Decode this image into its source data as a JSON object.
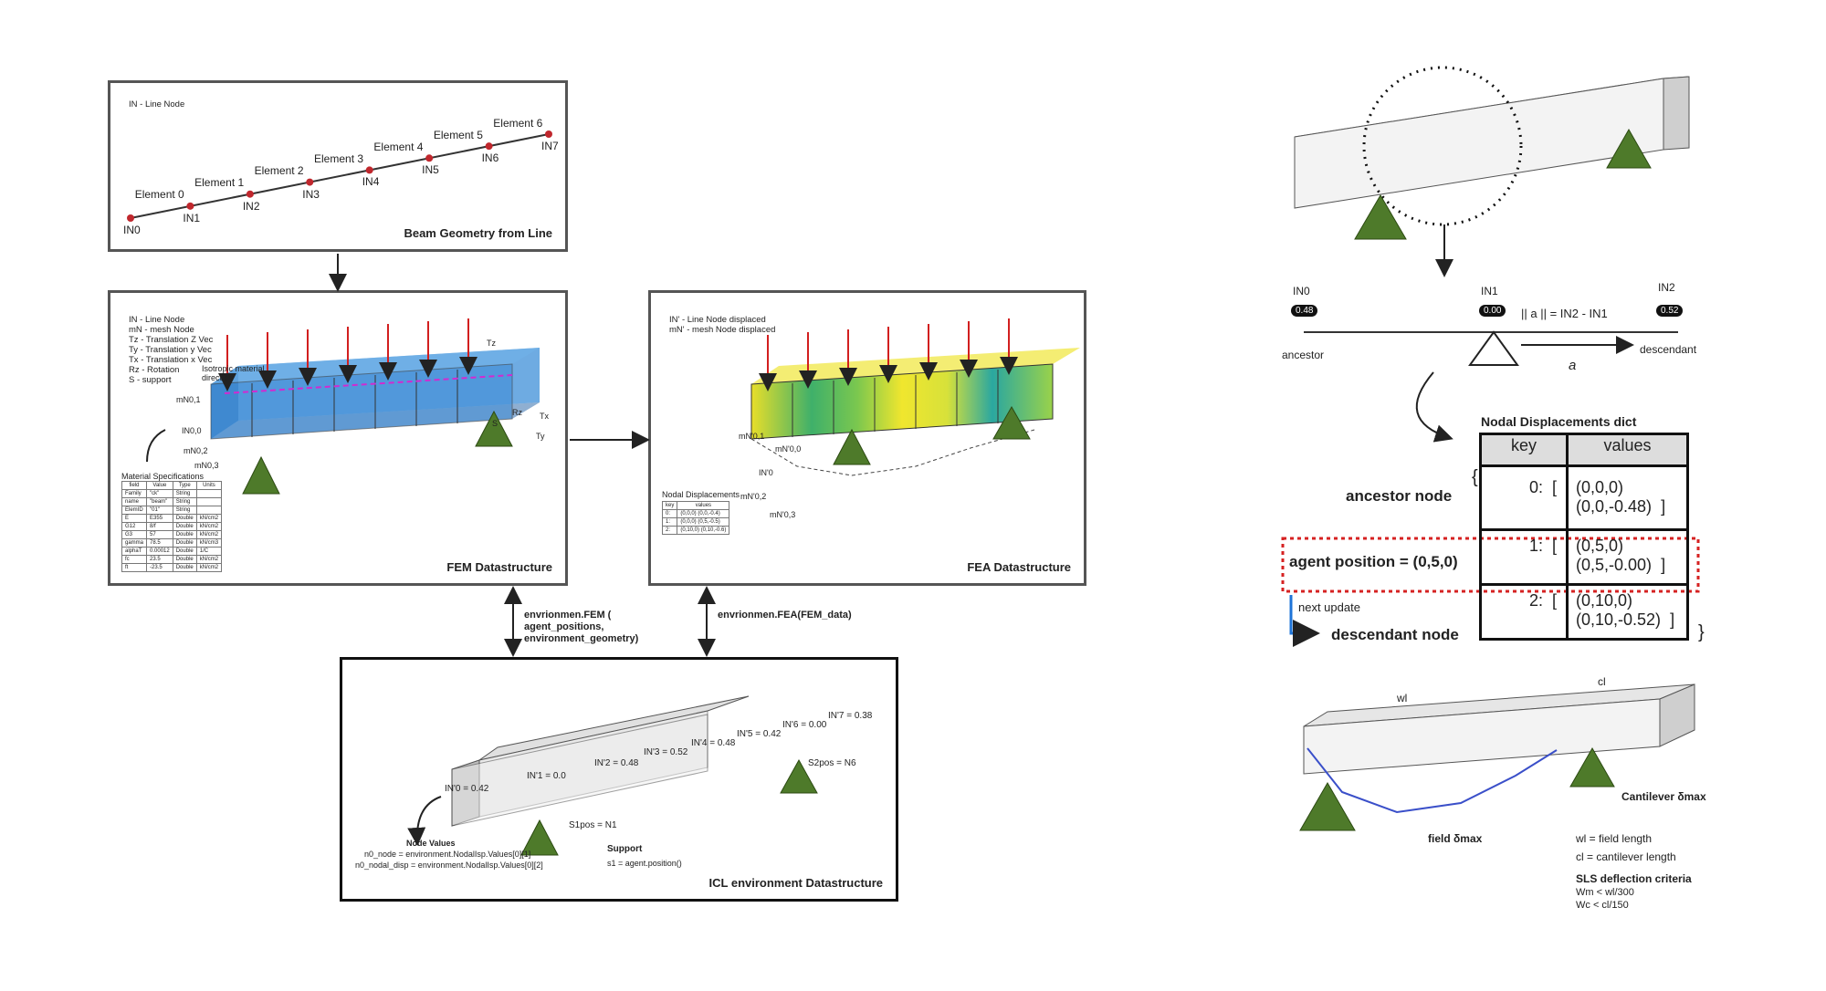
{
  "panel_beam": {
    "title": "Beam Geometry from Line",
    "legend": "IN - Line Node",
    "nodes": [
      "IN0",
      "IN1",
      "IN2",
      "IN3",
      "IN4",
      "IN5",
      "IN6",
      "IN7"
    ],
    "elements": [
      "Element 0",
      "Element 1",
      "Element 2",
      "Element 3",
      "Element 4",
      "Element 5",
      "Element 6"
    ]
  },
  "panel_fem": {
    "title": "FEM Datastructure",
    "legend": [
      "IN - Line Node",
      "mN - mesh Node",
      "Tz - Translation Z Vec",
      "Ty - Translation y Vec",
      "Tx - Translation x Vec",
      "Rz - Rotation",
      "S - support"
    ],
    "iso_label": "Isotropic material direction",
    "labels": {
      "mn01": "mN0,1",
      "mn00": "IN0,0",
      "mn02": "mN0,2",
      "mn03": "mN0,3",
      "tz": "Tz",
      "tx": "Tx",
      "ty": "Ty",
      "rz": "Rz",
      "s": "S"
    },
    "material": {
      "caption": "Material Specifications",
      "headers": [
        "field",
        "Value",
        "Type",
        "Units"
      ],
      "rows": [
        [
          "Family",
          "\"ck\"",
          "String",
          ""
        ],
        [
          "name",
          "\"beam\"",
          "String",
          ""
        ],
        [
          "ElemID",
          "\"01\"",
          "String",
          ""
        ],
        [
          "E",
          "E355",
          "Double",
          "kN/cm2"
        ],
        [
          "G12",
          "8/f",
          "Double",
          "kN/cm2"
        ],
        [
          "G3",
          "57",
          "Double",
          "kN/cm2"
        ],
        [
          "gamma",
          "78.5",
          "Double",
          "kN/cm3"
        ],
        [
          "alphaT",
          "0.00012",
          "Double",
          "1/C"
        ],
        [
          "fc",
          "23.5",
          "Double",
          "kN/cm2"
        ],
        [
          "ft",
          "-23.5",
          "Double",
          "kN/cm2"
        ]
      ]
    }
  },
  "panel_fea": {
    "title": "FEA Datastructure",
    "legend": [
      "IN' - Line Node displaced",
      "mN' - mesh Node displaced"
    ],
    "labels": {
      "mn01": "mN'0,1",
      "mn00": "mN'0,0",
      "in0": "IN'0",
      "mn02": "mN'0,2",
      "mn03": "mN'0,3"
    },
    "nodal": {
      "caption": "Nodal Displacements",
      "headers": [
        "key",
        "values"
      ],
      "rows": [
        [
          "0:",
          "(0,0,0) (0,0,-0.4)"
        ],
        [
          "1:",
          "(0,0,0) (0,5,-0.5)"
        ],
        [
          "2:",
          "(0,10,0) (0,10,-0.6)"
        ]
      ]
    }
  },
  "connectors": {
    "fem_call": [
      "envrionmen.FEM (",
      "agent_positions,",
      "environment_geometry)"
    ],
    "fea_call": "envrionmen.FEA(FEM_data)"
  },
  "panel_icl": {
    "title": "ICL environment Datastructure",
    "node_labels": [
      "IN'0 = 0.42",
      "IN'1 = 0.0",
      "IN'2 = 0.48",
      "IN'3 = 0.52",
      "IN'4 = 0.48",
      "IN'5 = 0.42",
      "IN'6 = 0.00",
      "IN'7 = 0.38"
    ],
    "s1": "S1pos = N1",
    "s2": "S2pos = N6",
    "node_values_title": "Node Values",
    "node_values_lines": [
      "n0_node = environment.NodalIsp.Values[0][1]",
      "n0_nodal_disp = environment.NodalIsp.Values[0][2]"
    ],
    "support_title": "Support",
    "support_line": "s1 = agent.position()"
  },
  "right": {
    "line_nodes": [
      {
        "name": "IN0",
        "value": "0.48",
        "role": "ancestor"
      },
      {
        "name": "IN1",
        "value": "0.00",
        "role": ""
      },
      {
        "name": "IN2",
        "value": "0.52",
        "role": "descendant"
      }
    ],
    "norm_label": "|| a || = IN2 - IN1",
    "a_hat": "a",
    "dict_title": "Nodal Displacements dict",
    "dict_headers": [
      "key",
      "values"
    ],
    "dict_rows": [
      {
        "key": "0:",
        "bracket": "[",
        "v1": "(0,0,0)",
        "v2": "(0,0,-0.48)",
        "close": "]"
      },
      {
        "key": "1:",
        "bracket": "[",
        "v1": "(0,5,0)",
        "v2": "(0,5,-0.00)",
        "close": "]"
      },
      {
        "key": "2:",
        "bracket": "[",
        "v1": "(0,10,0)",
        "v2": "(0,10,-0.52)",
        "close": "]"
      }
    ],
    "ancestor_node": "ancestor node",
    "agent_position": "agent position = (0,5,0)",
    "next_update": "next update",
    "descendant_node": "descendant node",
    "brace_open": "{",
    "brace_close": "}",
    "wl": "wl",
    "cl": "cl",
    "field_delta": "field δmax",
    "cantilever_delta": "Cantilever δmax",
    "def_lines": [
      "wl = field length",
      "cl = cantilever length"
    ],
    "sls_title": "SLS deflection criteria",
    "sls_lines": [
      "Wm < wl/300",
      "Wc < cl/150"
    ]
  },
  "colors": {
    "node_red": "#c0272d",
    "support_green": "#4e7a2a",
    "beam_blue": "#2f86d6",
    "arrow_red": "#d21f1f",
    "dashed_red": "#d62222"
  }
}
